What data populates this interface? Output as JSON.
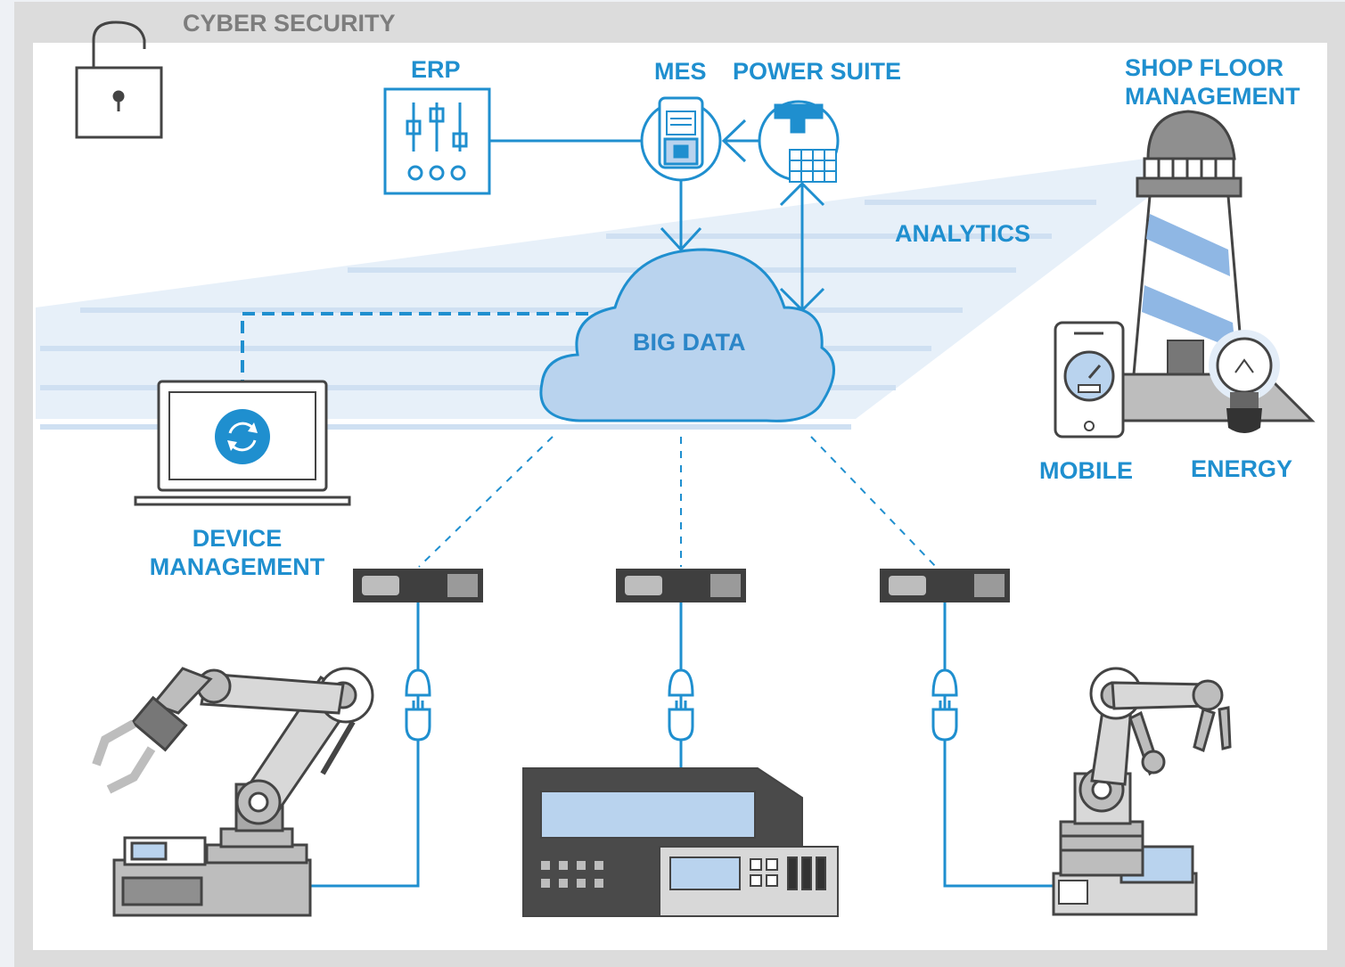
{
  "labels": {
    "cyber_security": "CYBER SECURITY",
    "erp": "ERP",
    "mes": "MES",
    "power_suite": "POWER SUITE",
    "shop_floor_management": "SHOP FLOOR\nMANAGEMENT",
    "analytics": "ANALYTICS",
    "big_data": "BIG DATA",
    "device_management": "DEVICE\nMANAGEMENT",
    "mobile": "MOBILE",
    "energy": "ENERGY"
  },
  "colors": {
    "accent_blue": "#1f8fcf",
    "cloud_fill": "#b9d3ee",
    "beam": "#e3edf8",
    "equipment_dark": "#4a4a4a",
    "equipment_gray": "#a8a8a8"
  },
  "icons": {
    "lock": "padlock-icon",
    "erp": "sliders-panel-icon",
    "mes": "tablet-device-icon",
    "power_suite": "meter-grid-icon",
    "big_data": "cloud-icon",
    "laptop": "laptop-sync-icon",
    "lighthouse": "lighthouse-icon",
    "mobile": "smartphone-gauge-icon",
    "energy": "lightbulb-icon"
  }
}
